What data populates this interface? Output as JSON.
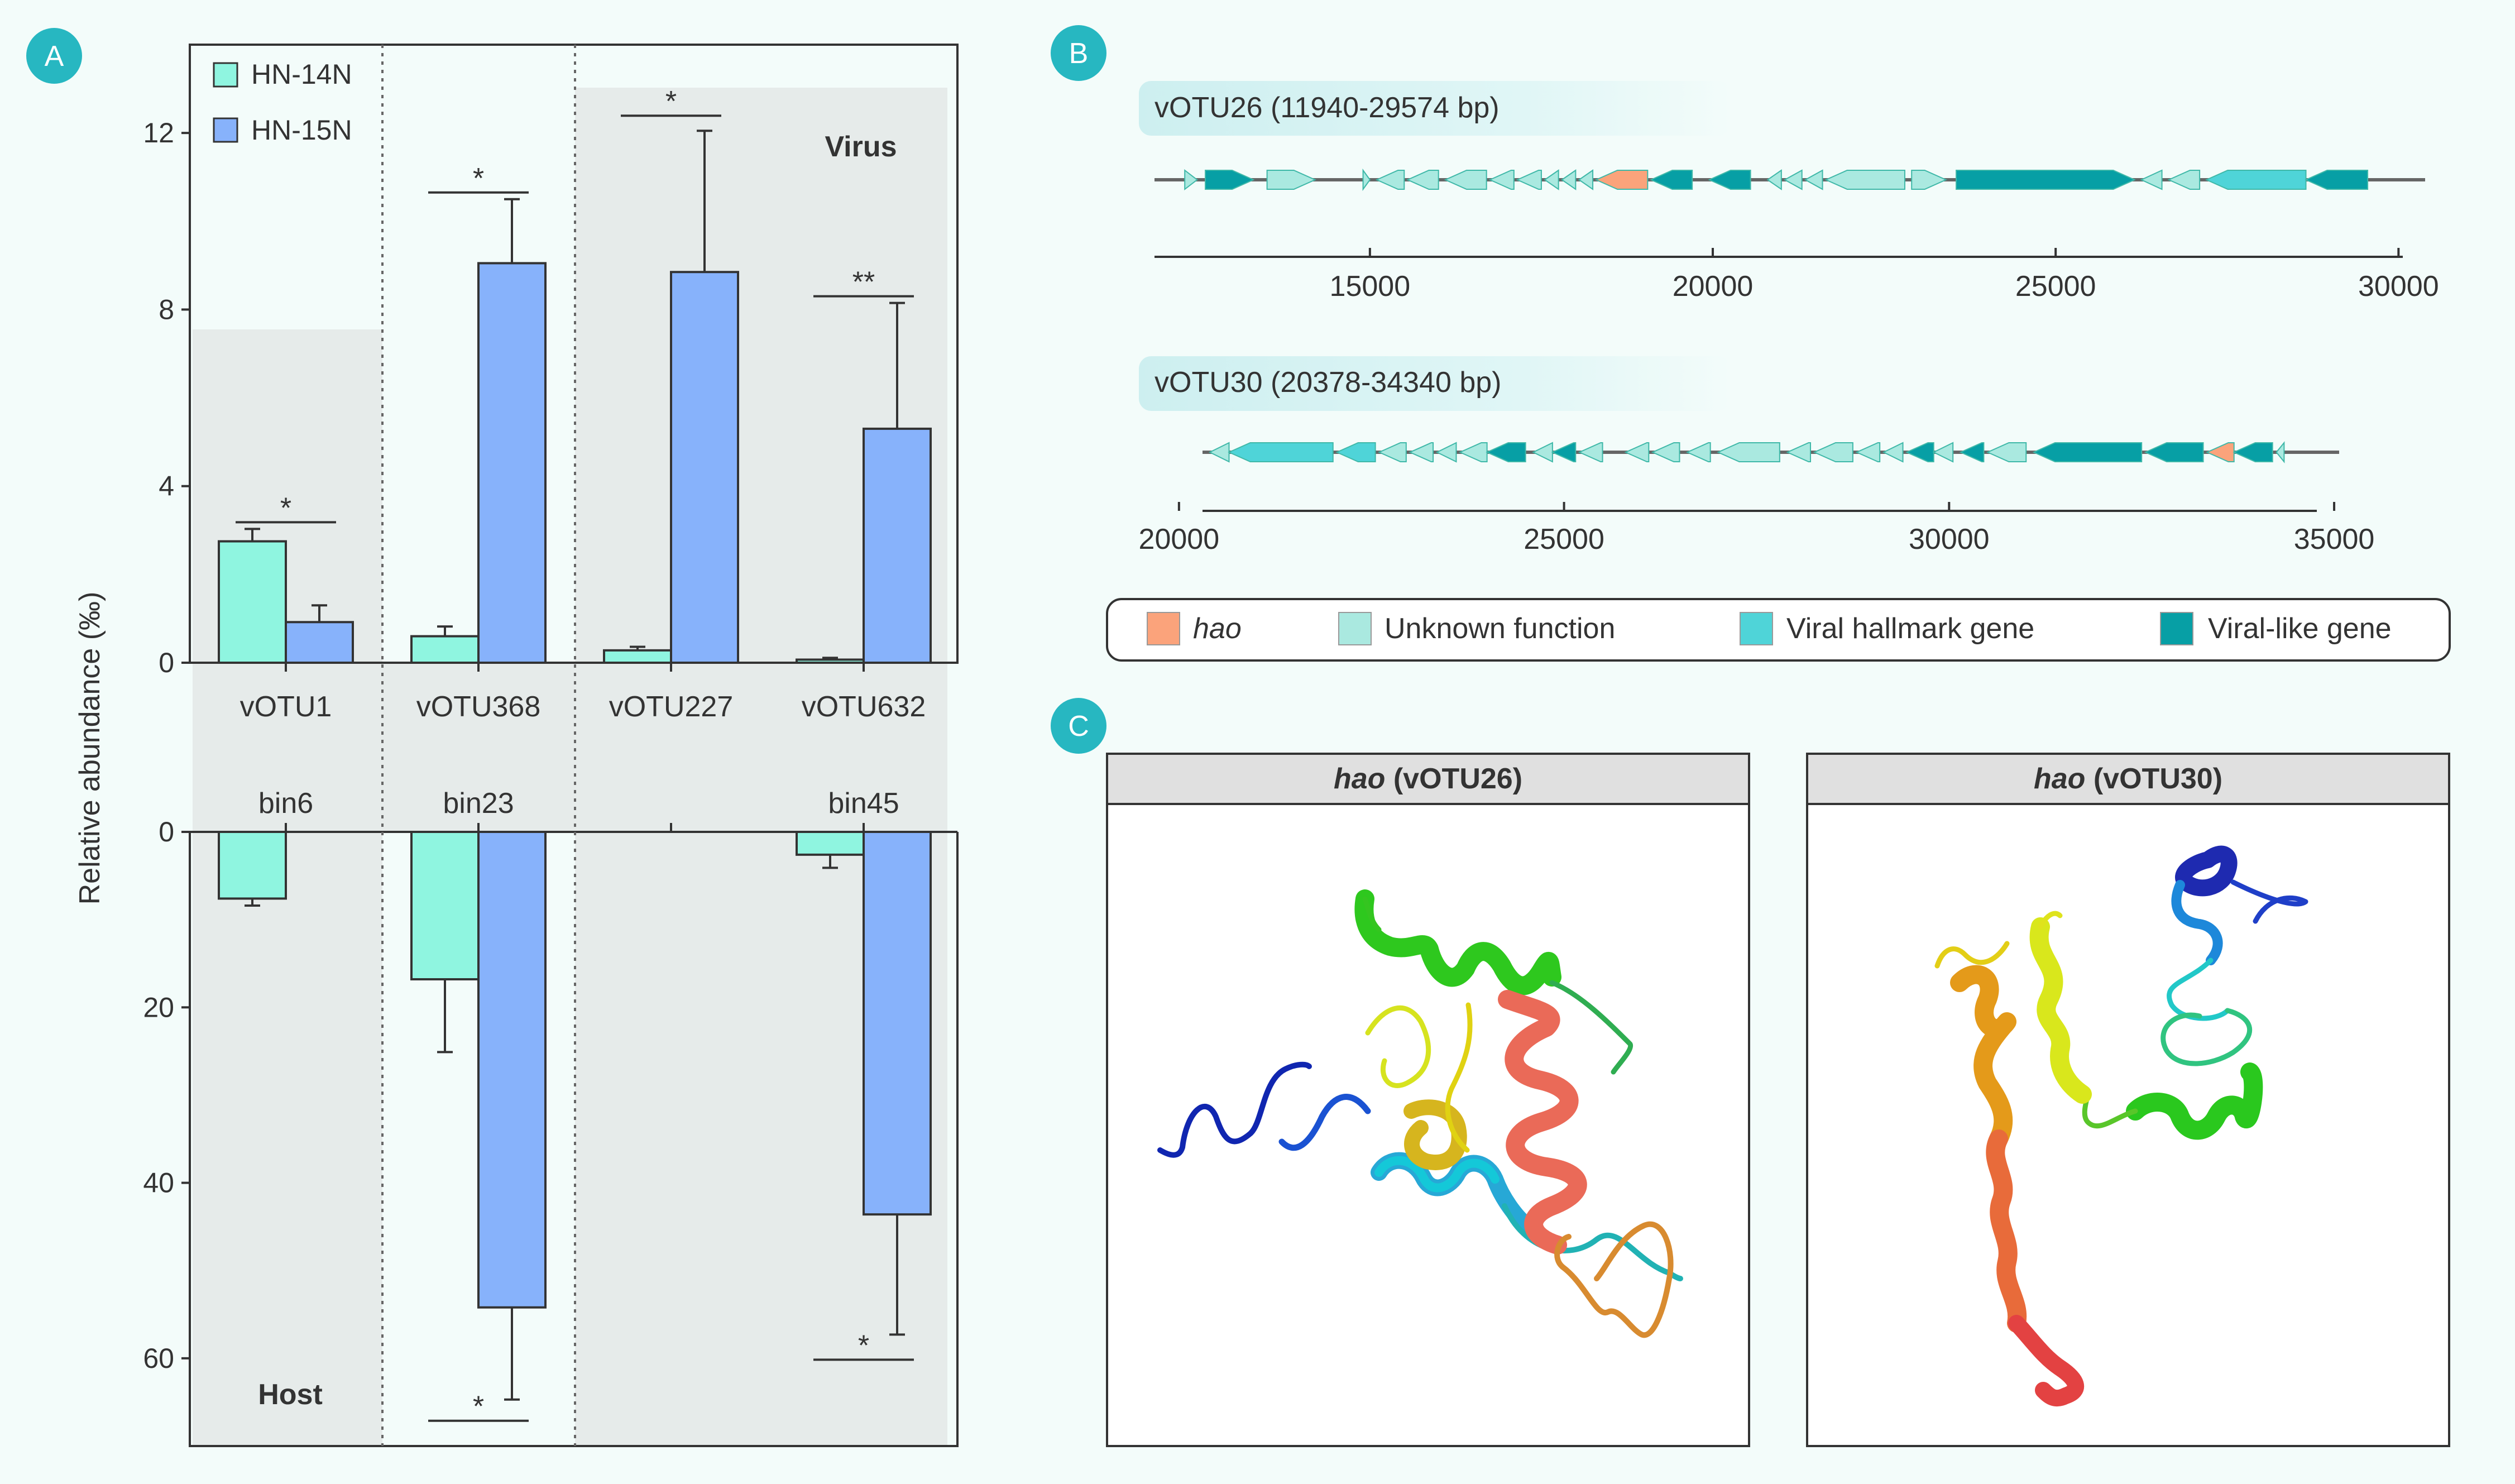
{
  "panels": {
    "a_label": "A",
    "b_label": "B",
    "c_label": "C"
  },
  "colors": {
    "hn14n": "#8ff5e0",
    "hn15n": "#87b2fb",
    "hao": "#fba37b",
    "unknown": "#aae9e0",
    "hallmark": "#4fd4d8",
    "viral_like": "#079fa5",
    "badge": "#27b7c1",
    "shade": "#e6ebea"
  },
  "chart_data": [
    {
      "type": "bar",
      "title": "",
      "ylabel": "Relative abundance (‰)",
      "categories": [
        "vOTU1",
        "vOTU368",
        "vOTU227",
        "vOTU632"
      ],
      "series": [
        {
          "name": "HN-14N",
          "values": [
            2.75,
            0.6,
            0.28,
            0.07
          ],
          "errors": [
            0.28,
            0.22,
            0.08,
            0.04
          ]
        },
        {
          "name": "HN-15N",
          "values": [
            0.92,
            9.05,
            8.85,
            5.3
          ],
          "errors": [
            0.38,
            1.45,
            3.2,
            2.85
          ]
        }
      ],
      "ylim": [
        0,
        14
      ],
      "yticks": [
        0,
        4,
        8,
        12
      ],
      "annotation": "Virus",
      "significance": [
        "*",
        "*",
        "*",
        "**"
      ],
      "legend": "top-left"
    },
    {
      "type": "bar",
      "title": "",
      "categories": [
        "bin6",
        "bin23",
        "bin45"
      ],
      "series": [
        {
          "name": "HN-14N",
          "values": [
            7.6,
            16.8,
            2.6
          ],
          "errors": [
            0.8,
            8.3,
            1.5
          ]
        },
        {
          "name": "HN-15N",
          "values": [
            null,
            54.2,
            43.6
          ],
          "errors": [
            null,
            10.5,
            13.7
          ]
        }
      ],
      "ylim": [
        0,
        70
      ],
      "yticks": [
        0,
        20,
        40,
        60
      ],
      "inverted": true,
      "annotation": "Host",
      "significance": [
        "*",
        "*"
      ]
    },
    {
      "type": "gene-map",
      "title": "vOTU26 (11940-29574 bp)",
      "xlim": [
        11940,
        29574
      ],
      "xticks": [
        15000,
        20000,
        25000,
        30000
      ],
      "genes": [
        {
          "start": 12300,
          "end": 12480,
          "strand": 1,
          "category": "unknown"
        },
        {
          "start": 12600,
          "end": 13300,
          "strand": 1,
          "category": "viral_like"
        },
        {
          "start": 13500,
          "end": 14200,
          "strand": 1,
          "category": "unknown"
        },
        {
          "start": 14900,
          "end": 15000,
          "strand": 1,
          "category": "unknown"
        },
        {
          "start": 15100,
          "end": 15500,
          "strand": -1,
          "category": "unknown"
        },
        {
          "start": 15550,
          "end": 16000,
          "strand": -1,
          "category": "unknown"
        },
        {
          "start": 16100,
          "end": 16700,
          "strand": -1,
          "category": "unknown"
        },
        {
          "start": 16750,
          "end": 17100,
          "strand": -1,
          "category": "unknown"
        },
        {
          "start": 17150,
          "end": 17500,
          "strand": -1,
          "category": "unknown"
        },
        {
          "start": 17550,
          "end": 17750,
          "strand": -1,
          "category": "unknown"
        },
        {
          "start": 17800,
          "end": 18000,
          "strand": -1,
          "category": "unknown"
        },
        {
          "start": 18050,
          "end": 18250,
          "strand": -1,
          "category": "unknown"
        },
        {
          "start": 18300,
          "end": 19050,
          "strand": -1,
          "category": "hao"
        },
        {
          "start": 19100,
          "end": 19700,
          "strand": -1,
          "category": "viral_like"
        },
        {
          "start": 19950,
          "end": 20550,
          "strand": -1,
          "category": "viral_like"
        },
        {
          "start": 20800,
          "end": 21000,
          "strand": -1,
          "category": "unknown"
        },
        {
          "start": 21050,
          "end": 21300,
          "strand": -1,
          "category": "unknown"
        },
        {
          "start": 21350,
          "end": 21600,
          "strand": -1,
          "category": "unknown"
        },
        {
          "start": 21650,
          "end": 22800,
          "strand": -1,
          "category": "unknown"
        },
        {
          "start": 22900,
          "end": 23400,
          "strand": 1,
          "category": "unknown"
        },
        {
          "start": 23550,
          "end": 26150,
          "strand": 1,
          "category": "viral_like"
        },
        {
          "start": 26250,
          "end": 26550,
          "strand": -1,
          "category": "unknown"
        },
        {
          "start": 26650,
          "end": 27100,
          "strand": -1,
          "category": "unknown"
        },
        {
          "start": 27200,
          "end": 28650,
          "strand": -1,
          "category": "hallmark"
        },
        {
          "start": 28650,
          "end": 29550,
          "strand": -1,
          "category": "viral_like"
        }
      ]
    },
    {
      "type": "gene-map",
      "title": "vOTU30 (20378-34340 bp)",
      "xlim": [
        20378,
        34340
      ],
      "xticks": [
        20000,
        25000,
        30000,
        35000
      ],
      "genes": [
        {
          "start": 20400,
          "end": 20650,
          "strand": -1,
          "category": "unknown"
        },
        {
          "start": 20650,
          "end": 22000,
          "strand": -1,
          "category": "hallmark"
        },
        {
          "start": 22050,
          "end": 22550,
          "strand": -1,
          "category": "hallmark"
        },
        {
          "start": 22600,
          "end": 22950,
          "strand": -1,
          "category": "unknown"
        },
        {
          "start": 23000,
          "end": 23300,
          "strand": -1,
          "category": "unknown"
        },
        {
          "start": 23350,
          "end": 23600,
          "strand": -1,
          "category": "unknown"
        },
        {
          "start": 23650,
          "end": 24000,
          "strand": -1,
          "category": "unknown"
        },
        {
          "start": 24000,
          "end": 24500,
          "strand": -1,
          "category": "viral_like"
        },
        {
          "start": 24600,
          "end": 24850,
          "strand": -1,
          "category": "unknown"
        },
        {
          "start": 24850,
          "end": 25150,
          "strand": -1,
          "category": "viral_like"
        },
        {
          "start": 25200,
          "end": 25500,
          "strand": -1,
          "category": "unknown"
        },
        {
          "start": 25800,
          "end": 26100,
          "strand": -1,
          "category": "unknown"
        },
        {
          "start": 26150,
          "end": 26500,
          "strand": -1,
          "category": "unknown"
        },
        {
          "start": 26600,
          "end": 26900,
          "strand": -1,
          "category": "unknown"
        },
        {
          "start": 27000,
          "end": 27800,
          "strand": -1,
          "category": "unknown"
        },
        {
          "start": 27900,
          "end": 28200,
          "strand": -1,
          "category": "unknown"
        },
        {
          "start": 28250,
          "end": 28750,
          "strand": -1,
          "category": "unknown"
        },
        {
          "start": 28800,
          "end": 29100,
          "strand": -1,
          "category": "unknown"
        },
        {
          "start": 29150,
          "end": 29400,
          "strand": -1,
          "category": "unknown"
        },
        {
          "start": 29450,
          "end": 29800,
          "strand": -1,
          "category": "viral_like"
        },
        {
          "start": 29800,
          "end": 30050,
          "strand": -1,
          "category": "unknown"
        },
        {
          "start": 30150,
          "end": 30450,
          "strand": -1,
          "category": "viral_like"
        },
        {
          "start": 30500,
          "end": 31000,
          "strand": -1,
          "category": "unknown"
        },
        {
          "start": 31100,
          "end": 32500,
          "strand": -1,
          "category": "viral_like"
        },
        {
          "start": 32550,
          "end": 33300,
          "strand": -1,
          "category": "viral_like"
        },
        {
          "start": 33350,
          "end": 33700,
          "strand": -1,
          "category": "hao"
        },
        {
          "start": 33700,
          "end": 34200,
          "strand": -1,
          "category": "viral_like"
        },
        {
          "start": 34250,
          "end": 34350,
          "strand": -1,
          "category": "unknown"
        }
      ]
    }
  ],
  "gene_legend": [
    {
      "key": "hao",
      "label": "hao",
      "italic": true
    },
    {
      "key": "unknown",
      "label": "Unknown function",
      "italic": false
    },
    {
      "key": "hallmark",
      "label": "Viral hallmark gene",
      "italic": false
    },
    {
      "key": "viral_like",
      "label": "Viral-like gene",
      "italic": false
    }
  ],
  "structures": [
    {
      "name_italic": "hao",
      "name_rest": " (vOTU26)"
    },
    {
      "name_italic": "hao",
      "name_rest": " (vOTU30)"
    }
  ]
}
